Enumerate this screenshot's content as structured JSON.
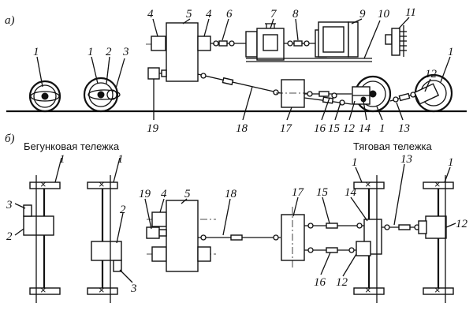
{
  "figure": {
    "panel_a_label": "а)",
    "panel_b_label": "б)",
    "trailing_bogie_title": "Бегунковая тележка",
    "traction_bogie_title": "Тяговая тележка",
    "wheel_cross_mark": "×"
  },
  "callouts_a": [
    {
      "id": "a1",
      "text": "1"
    },
    {
      "id": "a2",
      "text": "1"
    },
    {
      "id": "a3",
      "text": "2"
    },
    {
      "id": "a4",
      "text": "3"
    },
    {
      "id": "a5",
      "text": "4"
    },
    {
      "id": "a6",
      "text": "5"
    },
    {
      "id": "a7",
      "text": "4"
    },
    {
      "id": "a8",
      "text": "6"
    },
    {
      "id": "a9",
      "text": "7"
    },
    {
      "id": "a10",
      "text": "8"
    },
    {
      "id": "a11",
      "text": "9"
    },
    {
      "id": "a12",
      "text": "10"
    },
    {
      "id": "a13",
      "text": "11"
    },
    {
      "id": "a14",
      "text": "12"
    },
    {
      "id": "a15",
      "text": "1"
    },
    {
      "id": "a16",
      "text": "19"
    },
    {
      "id": "a17",
      "text": "18"
    },
    {
      "id": "a18",
      "text": "17"
    },
    {
      "id": "a19",
      "text": "16"
    },
    {
      "id": "a20",
      "text": "15"
    },
    {
      "id": "a21",
      "text": "12"
    },
    {
      "id": "a22",
      "text": "14"
    },
    {
      "id": "a23",
      "text": "1"
    },
    {
      "id": "a24",
      "text": "13"
    }
  ],
  "callouts_b": [
    {
      "id": "b1",
      "text": "1"
    },
    {
      "id": "b2",
      "text": "1"
    },
    {
      "id": "b3",
      "text": "3"
    },
    {
      "id": "b4",
      "text": "2"
    },
    {
      "id": "b5",
      "text": "2"
    },
    {
      "id": "b6",
      "text": "3"
    },
    {
      "id": "b7",
      "text": "19"
    },
    {
      "id": "b8",
      "text": "4"
    },
    {
      "id": "b9",
      "text": "5"
    },
    {
      "id": "b10",
      "text": "18"
    },
    {
      "id": "b11",
      "text": "17"
    },
    {
      "id": "b12",
      "text": "15"
    },
    {
      "id": "b13",
      "text": "16"
    },
    {
      "id": "b14",
      "text": "1"
    },
    {
      "id": "b15",
      "text": "14"
    },
    {
      "id": "b16",
      "text": "13"
    },
    {
      "id": "b17",
      "text": "1"
    },
    {
      "id": "b18",
      "text": "12"
    },
    {
      "id": "b19",
      "text": "12"
    }
  ]
}
